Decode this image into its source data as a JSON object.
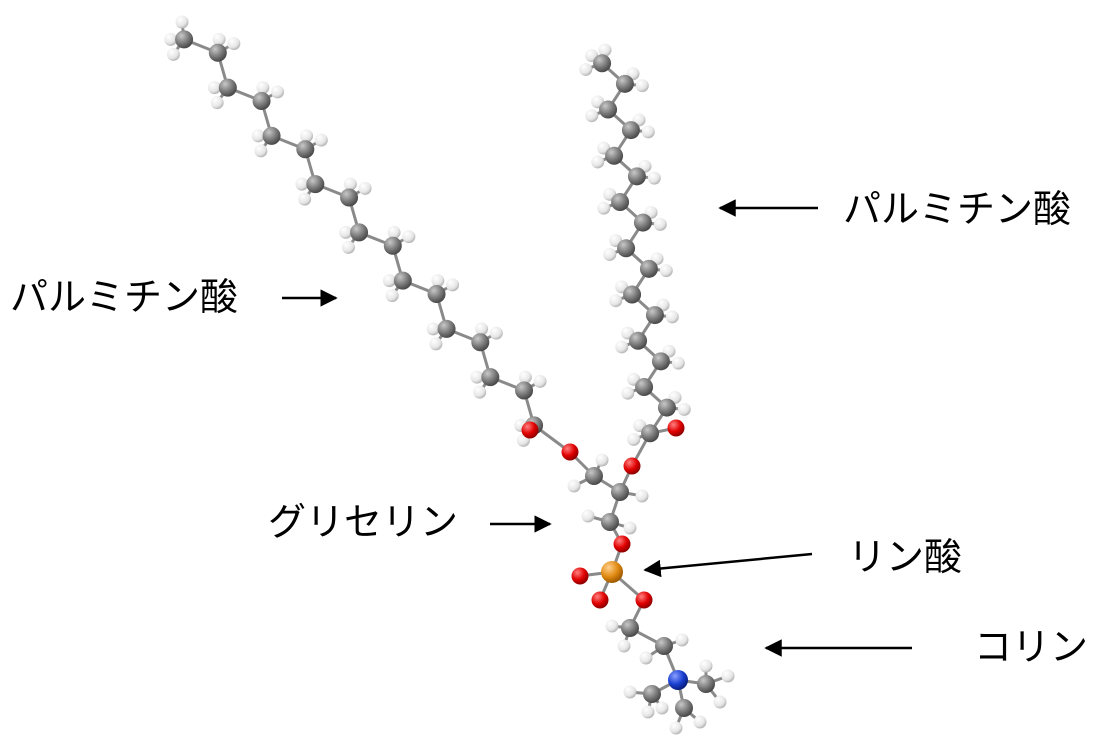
{
  "labels": {
    "palmitic_left": "パルミチン酸",
    "palmitic_right": "パルミチン酸",
    "glycerin": "グリセリン",
    "phosphate": "リン酸",
    "choline": "コリン"
  },
  "colors": {
    "carbon": "#7a7a7a",
    "hydrogen": "#eeeeee",
    "oxygen": "#e00000",
    "phosphorus": "#e08a10",
    "nitrogen": "#1a3fd0",
    "arrow": "#000000"
  }
}
